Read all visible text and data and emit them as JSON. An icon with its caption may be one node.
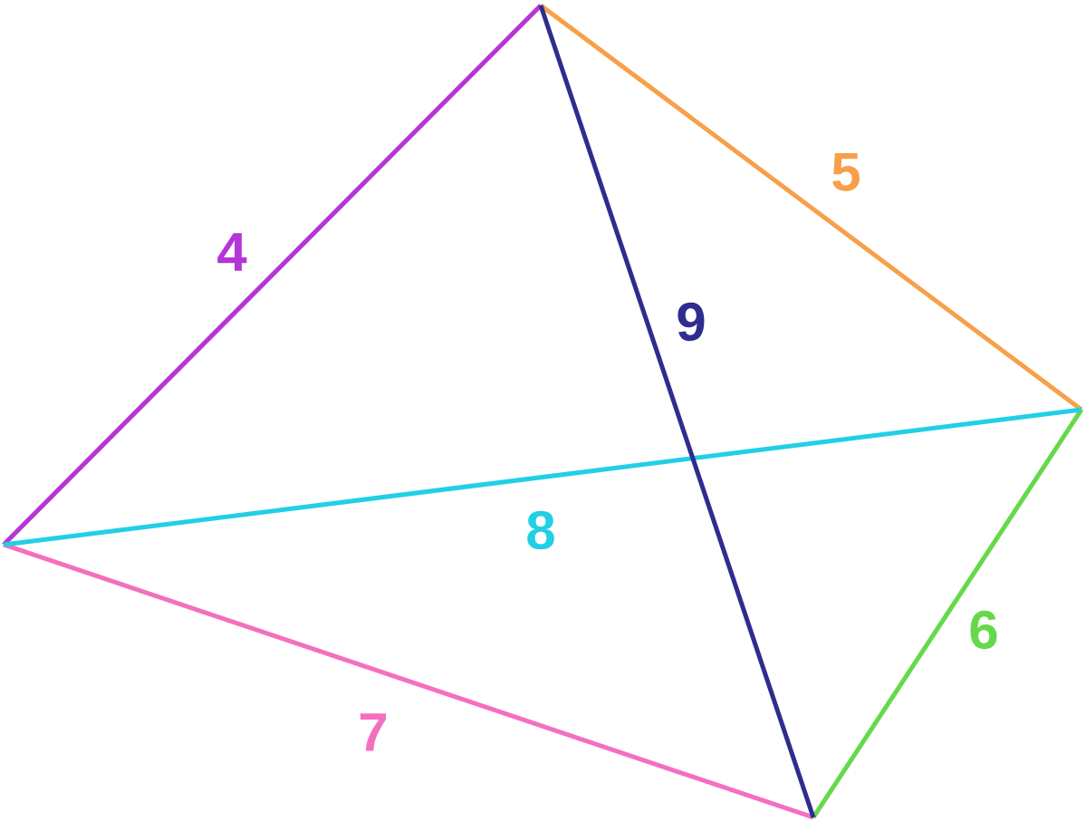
{
  "diagram": {
    "labels": [
      "5",
      "4",
      "9",
      "8",
      "6",
      "7"
    ]
  }
}
